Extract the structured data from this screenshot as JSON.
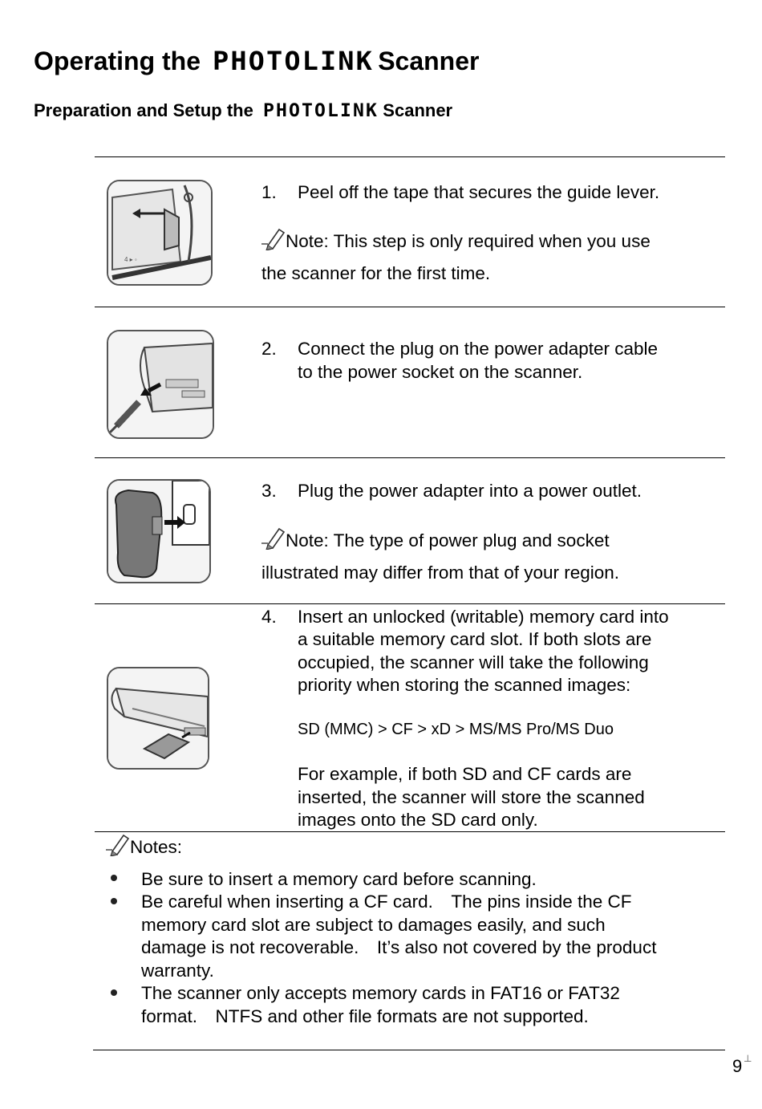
{
  "heading": {
    "prefix": "Operating the",
    "brand": "PHOTOLINK",
    "suffix": "Scanner"
  },
  "subheading": {
    "prefix": "Preparation and Setup the",
    "brand": "PHOTOLINK",
    "suffix": "Scanner"
  },
  "steps": [
    {
      "number": "1.",
      "lines": [
        "Peel off the tape that secures the guide lever."
      ],
      "note_lines": [
        "Note: This step is only required when you use",
        "the scanner for the first time."
      ]
    },
    {
      "number": "2.",
      "lines": [
        "Connect the plug on the power adapter cable",
        "to the power socket on the scanner."
      ]
    },
    {
      "number": "3.",
      "lines": [
        "Plug the power adapter into a power outlet."
      ],
      "note_lines": [
        "Note: The type of power plug and socket",
        "illustrated may differ from that of your region."
      ]
    },
    {
      "number": "4.",
      "lines": [
        "Insert an unlocked (writable) memory card into",
        "a suitable memory card slot. If both slots are",
        "occupied, the scanner will take the following",
        "priority when storing the scanned images:"
      ],
      "priority": "SD (MMC) > CF > xD > MS/MS Pro/MS Duo",
      "example_lines": [
        "For example, if both SD and CF cards are",
        "inserted, the scanner will store the scanned",
        "images onto the SD card only."
      ]
    }
  ],
  "notes": {
    "label": "Notes:",
    "items": [
      [
        "Be sure to insert a memory card before scanning."
      ],
      [
        "Be careful when inserting a CF card.　The pins inside the CF",
        "memory card slot are subject to damages easily, and such",
        "damage is not recoverable.　It’s also not covered by the product",
        "warranty."
      ],
      [
        "The scanner only accepts memory cards in FAT16 or FAT32",
        "format.　NTFS and other file formats are not supported."
      ]
    ]
  },
  "page_number": "9",
  "page_mark": "⊥"
}
